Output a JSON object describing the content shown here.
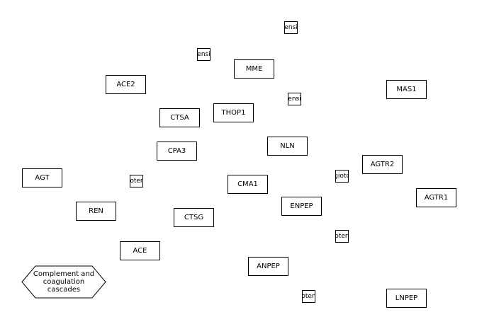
{
  "nodes": {
    "ace2": "ACE2",
    "mme": "MME",
    "mas1": "MAS1",
    "ctsa": "CTSA",
    "thop1": "THOP1",
    "cpa3": "CPA3",
    "nln": "NLN",
    "agtr2": "AGTR2",
    "agt": "AGT",
    "cma1": "CMA1",
    "agtr1": "AGTR1",
    "enpep": "ENPEP",
    "ren": "REN",
    "ctsg": "CTSG",
    "ace": "ACE",
    "anpep": "ANPEP",
    "lnpep": "LNPEP"
  },
  "small_nodes": {
    "s1": "ensi",
    "s2": "ensi",
    "s3": "ensi",
    "s4": "oter",
    "s5": "gioto",
    "s6": "oten",
    "s7": "oten"
  },
  "pathway": {
    "line1": "Complement and",
    "line2": "coagulation",
    "line3": "cascades"
  }
}
